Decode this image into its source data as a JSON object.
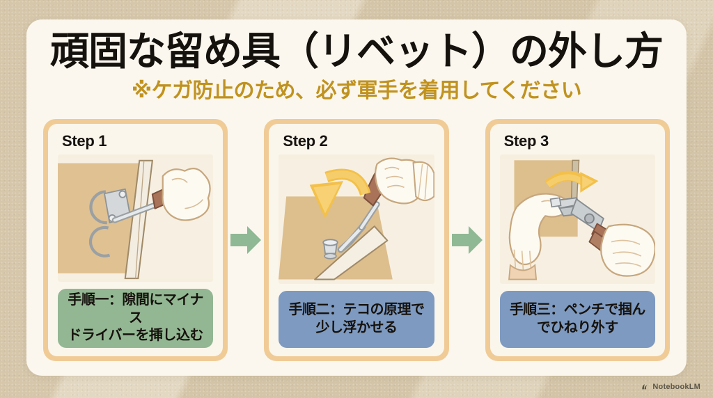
{
  "poster": {
    "title": "頑固な留め具（リベット）の外し方",
    "subtitle": "※ケガ防止のため、必ず軍手を着用してください",
    "background_color": "#d6c7ab",
    "card_color": "#fbf7ee",
    "title_color": "#15120e",
    "subtitle_color": "#c0921f"
  },
  "steps": [
    {
      "label": "Step 1",
      "caption_line1": "手順一：隙間にマイナス",
      "caption_line2": "ドライバーを挿し込む",
      "caption_color": "#93b793",
      "illustration": "gloved-hand-inserting-flathead-screwdriver-into-gap"
    },
    {
      "label": "Step 2",
      "caption_line1": "手順二：テコの原理で",
      "caption_line2": "少し浮かせる",
      "caption_color": "#7e9ac0",
      "illustration": "gloved-fist-levering-screwdriver-downward-arrow"
    },
    {
      "label": "Step 3",
      "caption_line1": "手順三：ペンチで掴ん",
      "caption_line2": "でひねり外す",
      "caption_color": "#7e9ac0",
      "illustration": "two-gloved-hands-twisting-rivet-with-pliers-rotation-arrow"
    }
  ],
  "connectors": [
    {
      "name": "arrow-step1-to-step2",
      "color": "#8fb894"
    },
    {
      "name": "arrow-step2-to-step3",
      "color": "#8fb894"
    }
  ],
  "watermark": {
    "label": "NotebookLM",
    "icon": "notebooklm-logo-icon"
  }
}
